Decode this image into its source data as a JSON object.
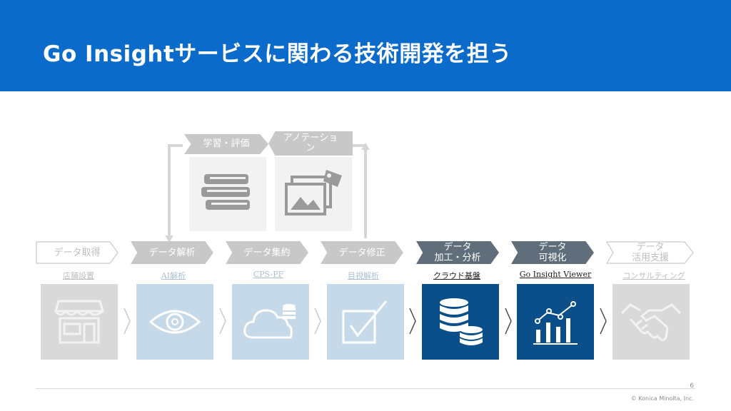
{
  "title": "Go Insightサービスに関わる技術開発を担う",
  "top_labels": [
    "学習・評価",
    "アノテーショ\nン"
  ],
  "stages": [
    {
      "label": "データ取得",
      "sub": "店舗設置"
    },
    {
      "label": "データ解析",
      "sub": "AI解析"
    },
    {
      "label": "データ集約",
      "sub": "CPS-PF"
    },
    {
      "label": "データ修正",
      "sub": "目視解析"
    },
    {
      "label": "データ\n加工・分析",
      "sub": "クラウド基盤"
    },
    {
      "label": "データ\n可視化",
      "sub": "Go Insight Viewer"
    },
    {
      "label": "データ\n活用支援",
      "sub": "コンサルティング"
    }
  ],
  "page_number": "6",
  "copyright": "© Konica Minolta, Inc.",
  "colors": {
    "header": "#0b6bcb",
    "light_gray": "#d9d9d9",
    "light_blue": "#c5d9e8",
    "dark_blue": "#0b4f8a",
    "dark_slate": "#5f6e7a"
  }
}
